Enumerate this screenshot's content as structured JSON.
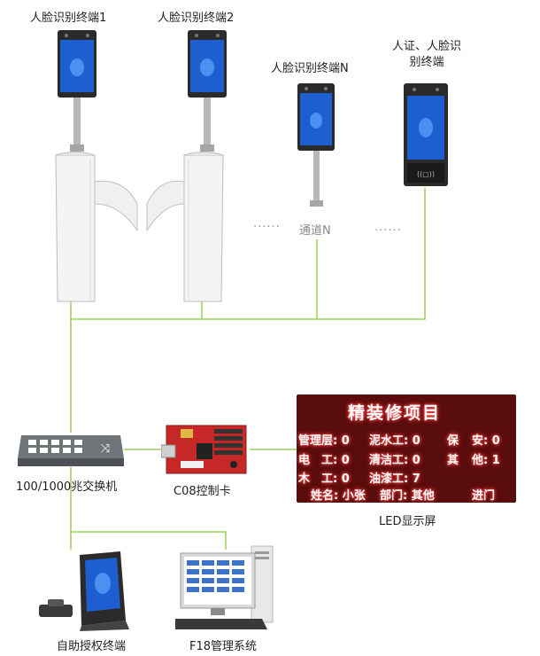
{
  "terminals": {
    "t1_label": "人脸识别终端1",
    "t2_label": "人脸识别终端2",
    "tn_label": "人脸识别终端N",
    "id_label_line1": "人证、人脸识",
    "id_label_line2": "别终端"
  },
  "channel": {
    "ellipsis_left": "······",
    "label": "通道N",
    "ellipsis_right": "······"
  },
  "network": {
    "switch_label": "100/1000兆交换机",
    "controller_label": "C08控制卡",
    "led_label": "LED显示屏"
  },
  "led_screen": {
    "title": "精装修项目",
    "row1": [
      "管理层: 0",
      "泥水工: 0",
      "保",
      "安: 0"
    ],
    "row2": [
      "电　工: 0",
      "清洁工: 0",
      "其",
      "他: 1"
    ],
    "row3": [
      "木　工: 0",
      "油漆工: 7"
    ],
    "row4": [
      "姓名: 小张",
      "部门: 其他",
      "进门"
    ]
  },
  "bottom": {
    "kiosk_label": "自助授权终端",
    "system_label": "F18管理系统"
  },
  "colors": {
    "wire": "#8cc63f",
    "led_bg": "#5a0d0d",
    "screen_blue": "#1d5fd0"
  }
}
